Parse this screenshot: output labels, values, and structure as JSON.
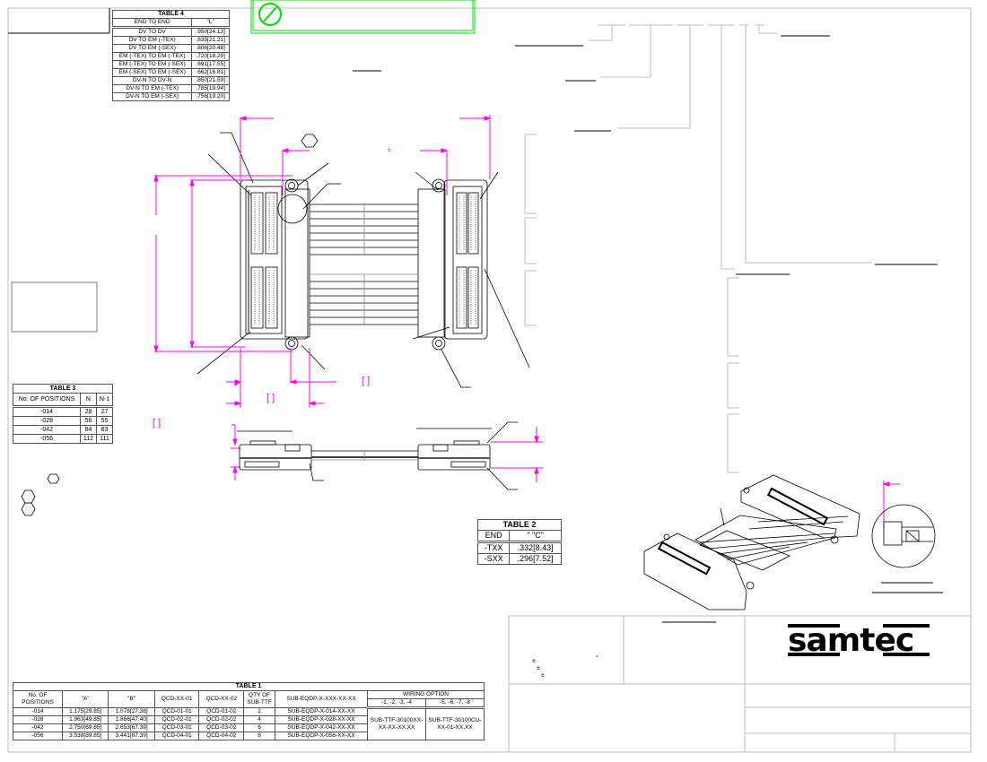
{
  "drawing": {
    "company_logo": "samtec",
    "status_stamp_icon": "no-symbol-icon",
    "colors": {
      "border": "#bdbdbd",
      "dimension": "#ff00ff",
      "stamp": "#00e000",
      "line": "#000000"
    }
  },
  "table4": {
    "title": "TABLE 4",
    "headers": [
      "END TO END",
      "\"L\""
    ],
    "rows": [
      [
        "DV TO DV",
        ".950[24.13]"
      ],
      [
        "DV TO EM (-TEX)",
        ".835[21.21]"
      ],
      [
        "DV TO EM (-SEX)",
        ".806[20.48]"
      ],
      [
        "EM (-TEX) TO EM (-TEX)",
        ".720[18.29]"
      ],
      [
        "EM (-TEX) TO EM (-SEX)",
        ".691[17.55]"
      ],
      [
        "EM (-SEX) TO EM (-SEX)",
        ".662[16.81]"
      ],
      [
        "DV-N TO DV-N",
        ".850[21.59]"
      ],
      [
        "DV-N TO EM (-TEX)",
        ".785[19.94]"
      ],
      [
        "DV-N TO EM (-SEX)",
        ".756[19.20]"
      ]
    ]
  },
  "table3": {
    "title": "TABLE 3",
    "headers": [
      "No. OF POSITIONS",
      "N",
      "N-1"
    ],
    "rows": [
      [
        "-014",
        "28",
        "27"
      ],
      [
        "-028",
        "56",
        "55"
      ],
      [
        "-042",
        "84",
        "83"
      ],
      [
        "-056",
        "112",
        "111"
      ]
    ]
  },
  "table2": {
    "title": "TABLE 2",
    "headers": [
      "END",
      "\" \"C\""
    ],
    "rows": [
      [
        "-TXX",
        ".332[8.43]"
      ],
      [
        "-SXX",
        ".296[7.52]"
      ]
    ]
  },
  "table1": {
    "title": "TABLE 1",
    "headers": [
      "No. OF POSITIONS",
      "\"A\"",
      "\"B\"",
      "QCD-XX-01",
      "QCD-XX-02",
      "QTY OF SUB-TTF",
      "SUB-EQDP-X-XXX-XX-XX",
      "WIRING OPTION"
    ],
    "wiring_subheaders": [
      "-1, -2, -3, -4",
      "-5, -6, -7, -8"
    ],
    "rows": [
      [
        "-014",
        "1.175[29.85]",
        "1.078[27.38]",
        "QCD-01-01",
        "QCD-01-02",
        "2",
        "SUB-EQDP-X-014-XX-XX"
      ],
      [
        "-028",
        "1.963[49.85]",
        "1.866[47.40]",
        "QCD-02-01",
        "QCD-02-02",
        "4",
        "SUB-EQDP-X-028-XX-XX"
      ],
      [
        "-042",
        "2.750[69.85]",
        "2.653[67.39]",
        "QCD-03-01",
        "QCD-03-02",
        "6",
        "SUB-EQDP-X-042-XX-XX"
      ],
      [
        "-056",
        "3.538[89.85]",
        "3.441[87.39]",
        "QCD-04-01",
        "QCD-04-02",
        "8",
        "SUB-EQDP-X-056-XX-XX"
      ]
    ],
    "wiring_values": [
      "SUB-TTF-30100XX-XX-XX-XX.XX",
      "SUB-TTF-30100CU-XX-01-XX.XX"
    ]
  },
  "title_block": {
    "tolerance_symbols": [
      "±",
      "±",
      "±"
    ],
    "degree_symbol": "°"
  },
  "dimension_brackets": {
    "bracket_labels": [
      "[    ]",
      "[    ]",
      "[    ]"
    ],
    "plus_minus": "±"
  }
}
